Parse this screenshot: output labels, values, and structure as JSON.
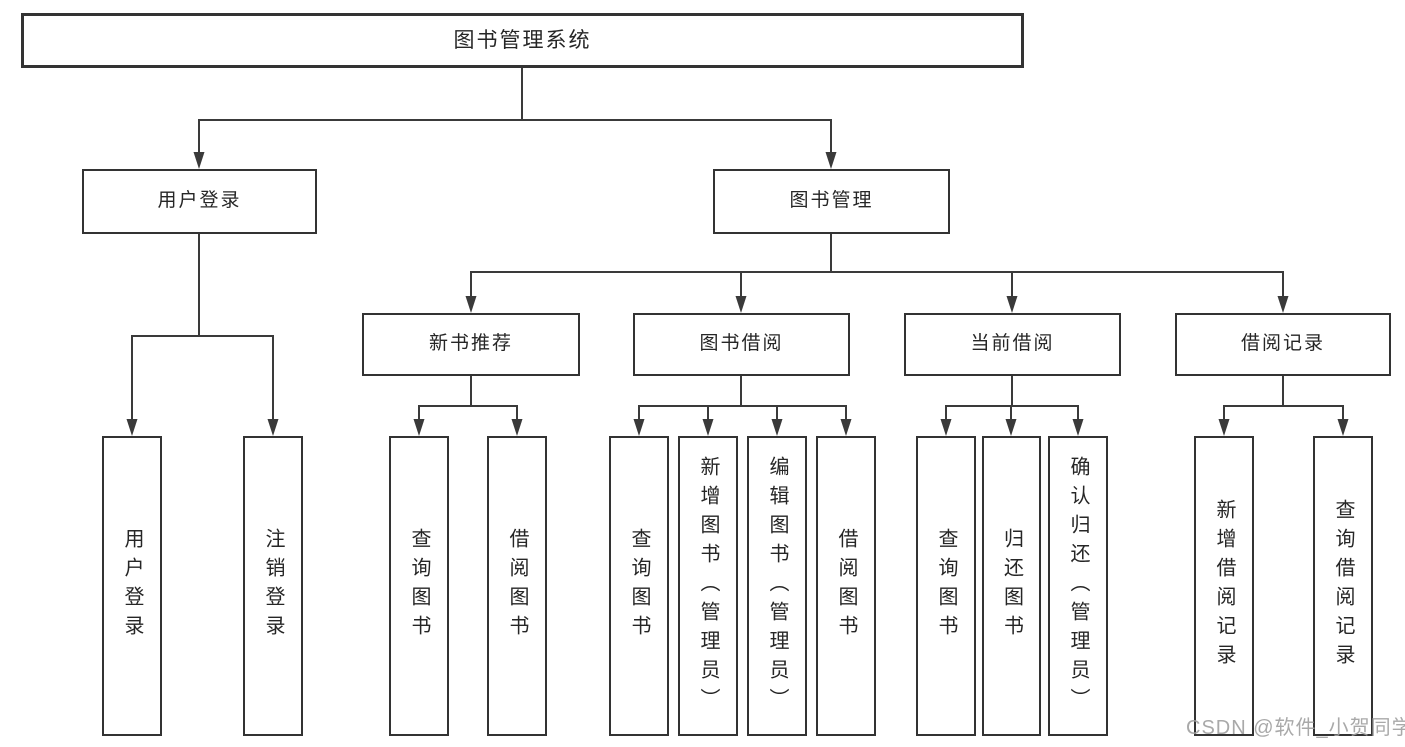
{
  "title": "图书管理系统",
  "watermark": "CSDN @软件_小贺同学",
  "colors": {
    "line": "#3a3a3a",
    "box_border": "#333333",
    "text": "#262626",
    "background": "#ffffff",
    "watermark": "#a0a0a0"
  },
  "nodes": {
    "root": {
      "label": "图书管理系统"
    },
    "user_login": {
      "label": "用户登录"
    },
    "book_mgmt": {
      "label": "图书管理"
    },
    "login": {
      "label": "用户登录"
    },
    "logout": {
      "label": "注销登录"
    },
    "new_books": {
      "label": "新书推荐"
    },
    "book_borrow": {
      "label": "图书借阅"
    },
    "current_borrow": {
      "label": "当前借阅"
    },
    "borrow_records": {
      "label": "借阅记录"
    },
    "nb_query": {
      "label": "查询图书"
    },
    "nb_borrow": {
      "label": "借阅图书"
    },
    "bb_query": {
      "label": "查询图书"
    },
    "bb_add": {
      "label": "新增图书（管理员）"
    },
    "bb_edit": {
      "label": "编辑图书（管理员）"
    },
    "bb_borrow": {
      "label": "借阅图书"
    },
    "cb_query": {
      "label": "查询图书"
    },
    "cb_return": {
      "label": "归还图书"
    },
    "cb_confirm": {
      "label": "确认归还（管理员）"
    },
    "br_add": {
      "label": "新增借阅记录"
    },
    "br_query": {
      "label": "查询借阅记录"
    }
  },
  "hierarchy": {
    "root": [
      "user_login",
      "book_mgmt"
    ],
    "user_login": [
      "login",
      "logout"
    ],
    "book_mgmt": [
      "new_books",
      "book_borrow",
      "current_borrow",
      "borrow_records"
    ],
    "new_books": [
      "nb_query",
      "nb_borrow"
    ],
    "book_borrow": [
      "bb_query",
      "bb_add",
      "bb_edit",
      "bb_borrow"
    ],
    "current_borrow": [
      "cb_query",
      "cb_return",
      "cb_confirm"
    ],
    "borrow_records": [
      "br_add",
      "br_query"
    ]
  }
}
